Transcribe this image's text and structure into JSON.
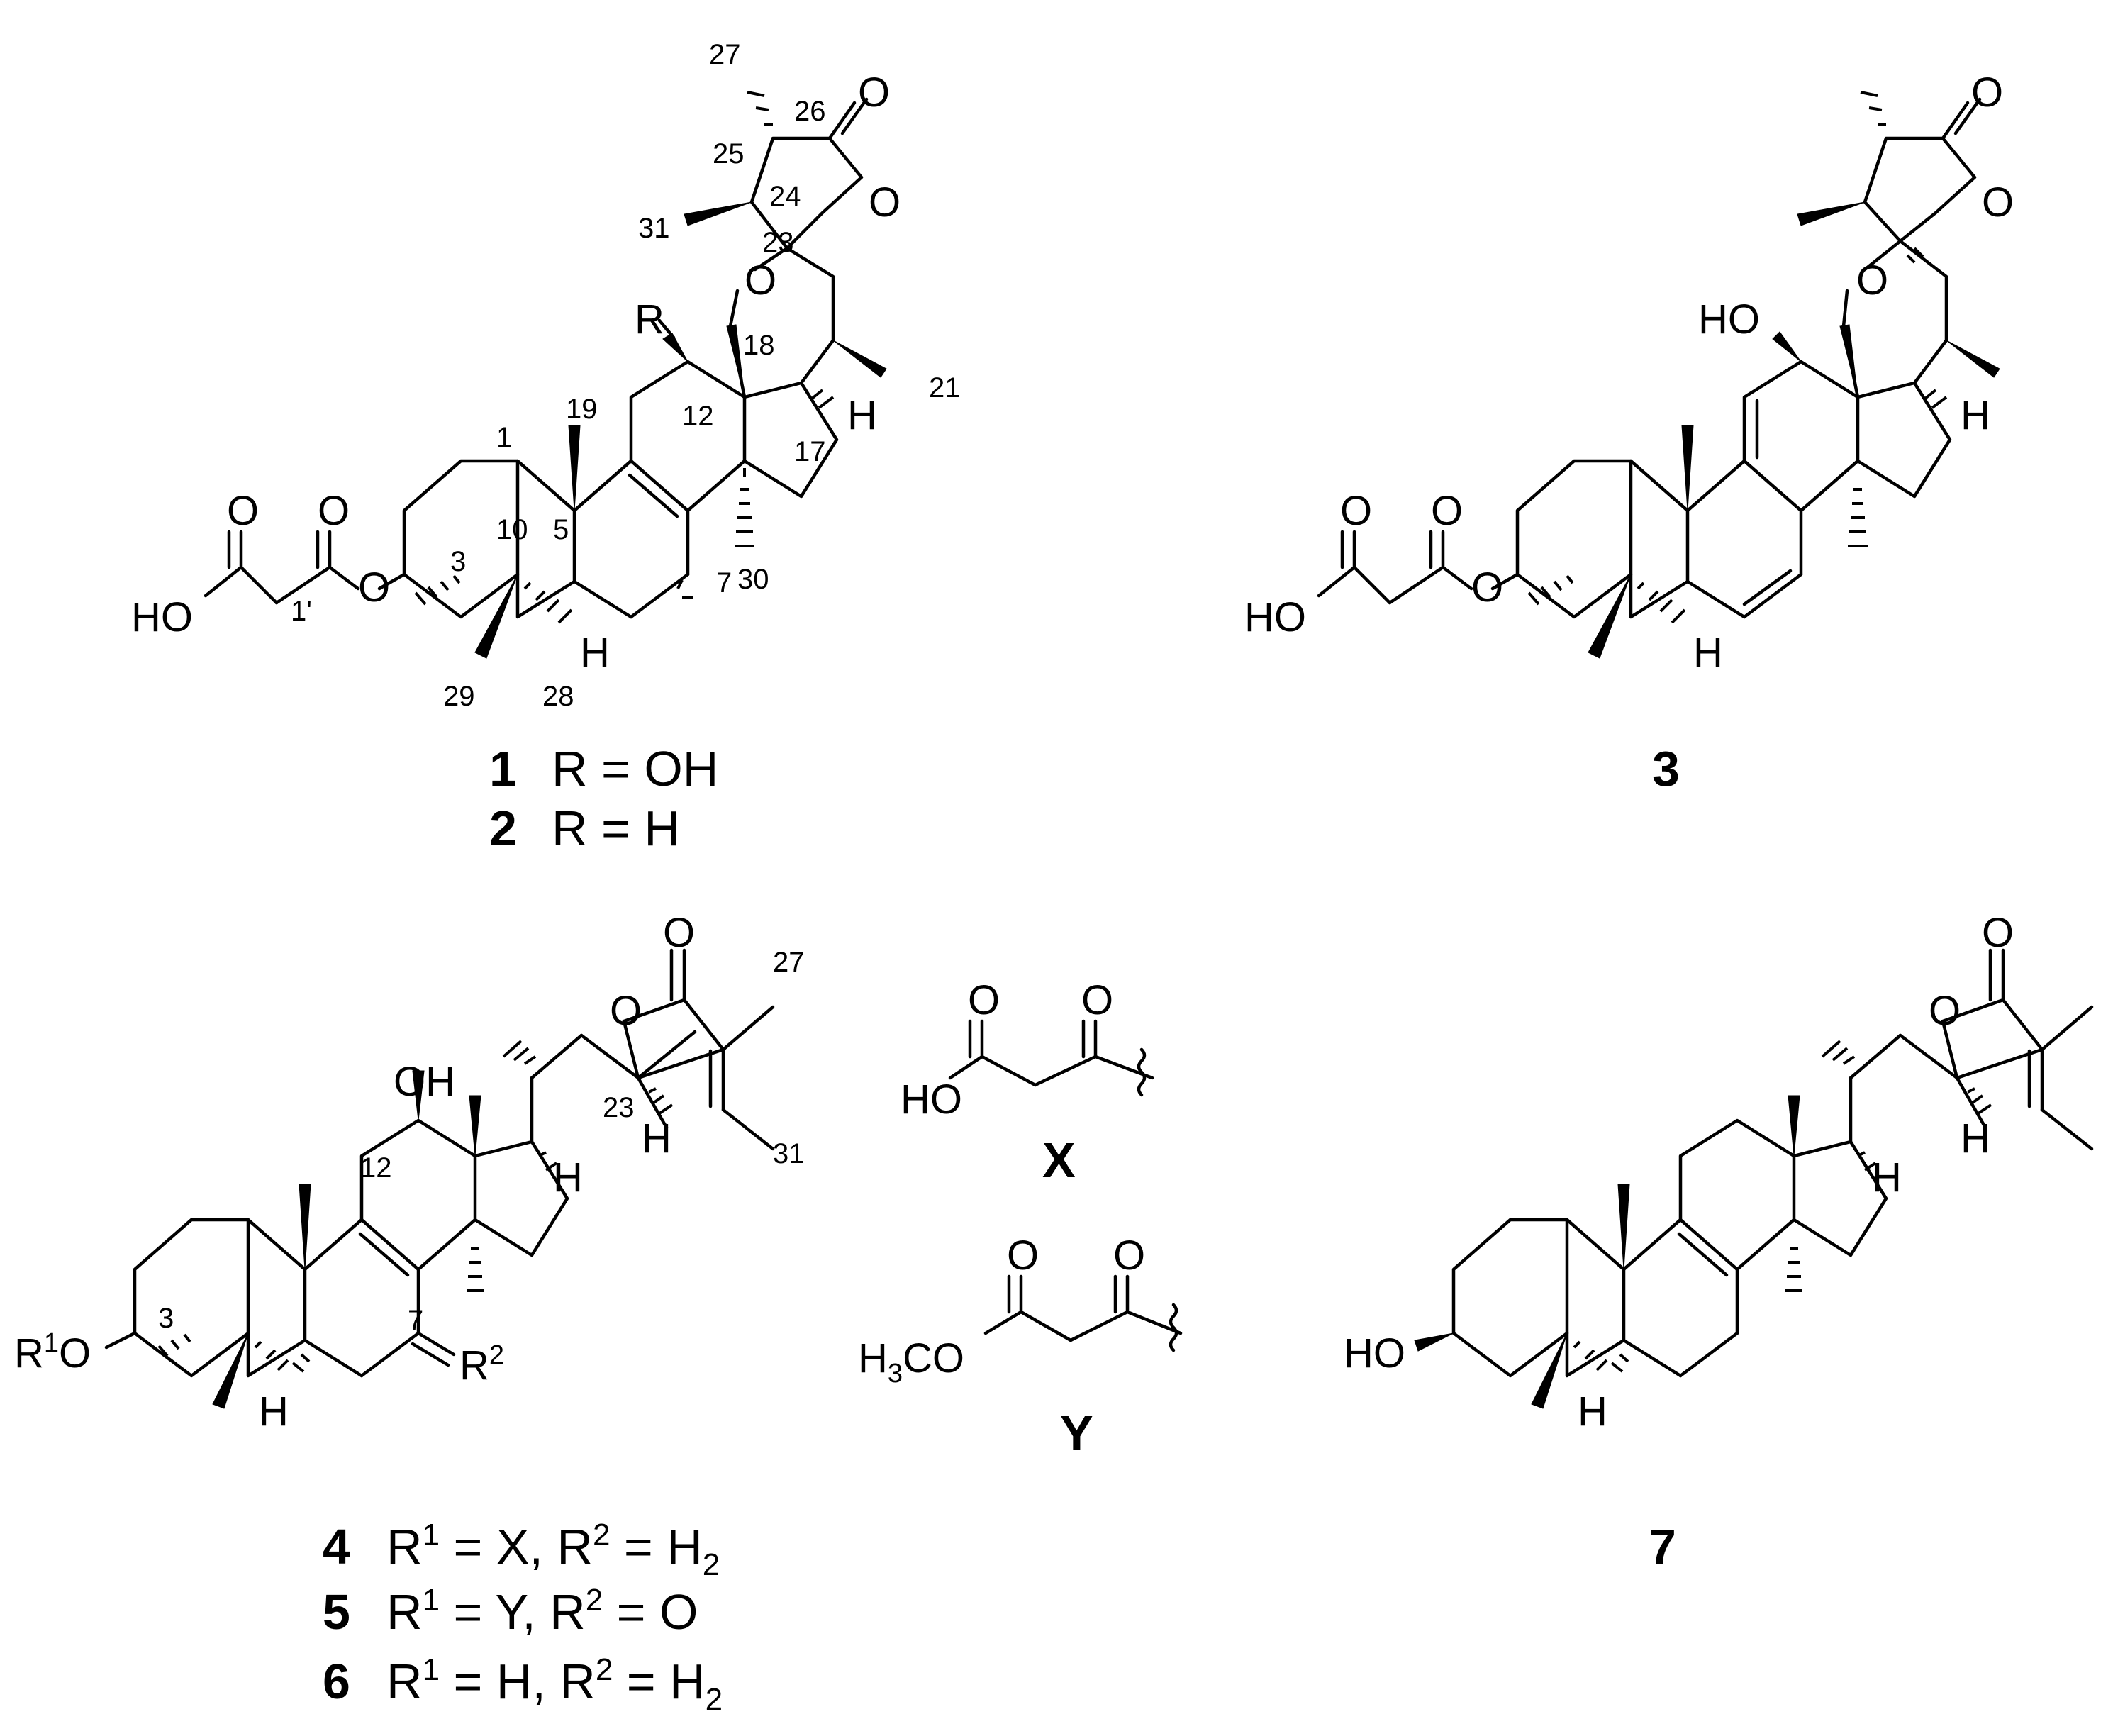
{
  "atoms": {
    "O": "O",
    "HO": "HO",
    "OH": "OH",
    "H": "H",
    "R": "R",
    "R1O": "R1O",
    "R2": "R2",
    "H3CO": "H3CO",
    "sup1": "1",
    "sup2": "2",
    "sub2": "2",
    "sub3": "3"
  },
  "numbers": [
    "1",
    "3",
    "5",
    "7",
    "10",
    "12",
    "17",
    "18",
    "19",
    "21",
    "23",
    "24",
    "25",
    "26",
    "27",
    "28",
    "29",
    "30",
    "31",
    "1'"
  ],
  "compounds": {
    "c1": {
      "id": "1",
      "text": "R = OH"
    },
    "c2": {
      "id": "2",
      "text": "R = H"
    },
    "c3": {
      "id": "3"
    },
    "c4": {
      "id": "4",
      "r1": "R",
      "r1sup": "1",
      "a": " = X, ",
      "r2": "R",
      "r2sup": "2",
      "b": " = H",
      "bsub": "2"
    },
    "c5": {
      "id": "5",
      "r1": "R",
      "r1sup": "1",
      "a": " = Y, ",
      "r2": "R",
      "r2sup": "2",
      "b": " = O"
    },
    "c6": {
      "id": "6",
      "r1": "R",
      "r1sup": "1",
      "a": " = H, ",
      "r2": "R",
      "r2sup": "2",
      "b": " = H",
      "bsub": "2"
    },
    "c7": {
      "id": "7"
    },
    "X": {
      "label": "X"
    },
    "Y": {
      "label": "Y"
    }
  }
}
